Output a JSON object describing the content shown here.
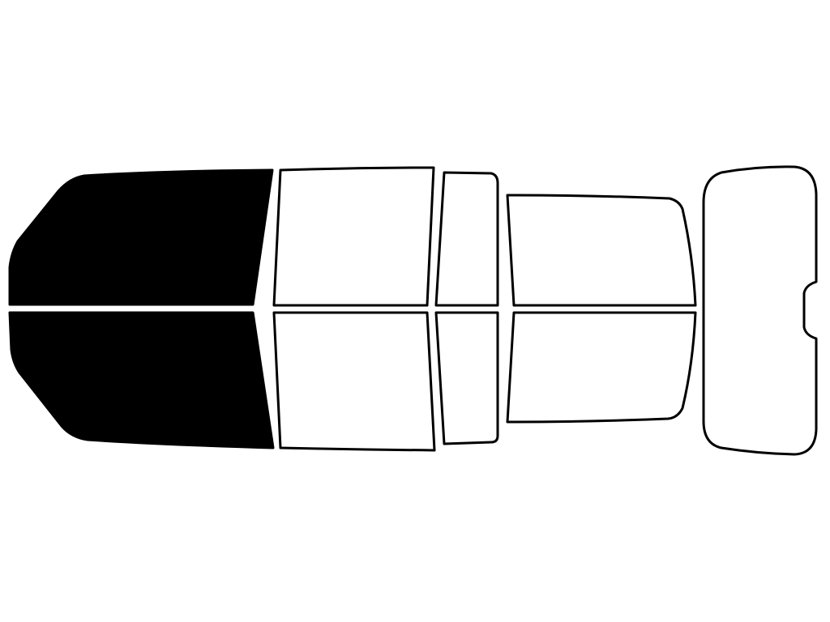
{
  "colors": {
    "selected_fill": "#000000",
    "unselected_fill": "#ffffff",
    "outline": "#000000",
    "background": "#ffffff"
  },
  "windows": [
    {
      "id": "front-windshield-upper-half",
      "selected": true
    },
    {
      "id": "front-windshield-lower-half",
      "selected": true
    },
    {
      "id": "front-door-window-upper",
      "selected": false
    },
    {
      "id": "front-door-window-lower",
      "selected": false
    },
    {
      "id": "rear-door-window-upper",
      "selected": false
    },
    {
      "id": "rear-door-window-lower",
      "selected": false
    },
    {
      "id": "roof-panel-upper",
      "selected": false
    },
    {
      "id": "roof-panel-lower",
      "selected": false
    },
    {
      "id": "rear-window",
      "selected": false
    }
  ]
}
